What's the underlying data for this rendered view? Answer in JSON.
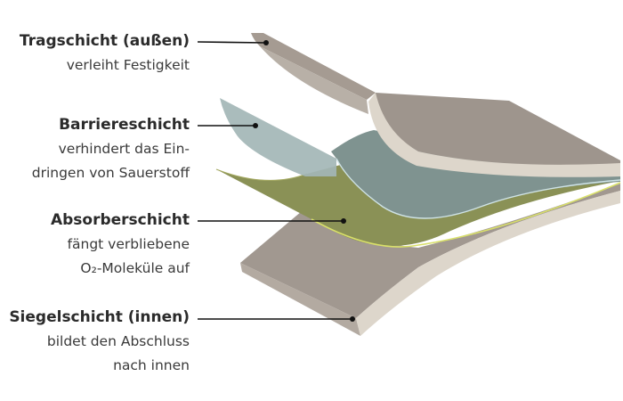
{
  "layers": [
    {
      "title": "Tragschicht (außen)",
      "lines": [
        "verleiht Festigkeit"
      ]
    },
    {
      "title": "Barriereschicht",
      "lines": [
        "verhindert das Ein-",
        "dringen von Sauerstoff"
      ]
    },
    {
      "title": "Absorberschicht",
      "lines": [
        "fängt verbliebene",
        "O₂-Moleküle auf"
      ]
    },
    {
      "title": "Siegelschicht (innen)",
      "lines": [
        "bildet den Abschluss",
        "nach innen"
      ]
    }
  ],
  "colors": {
    "outer_layer": "#9e958d",
    "layer_edge": "#ddd6cb",
    "barrier_layer": "#7f9390",
    "absorber_layer": "#8a9156",
    "absorber_edge": "#d9e06a",
    "leader_line": "#111111"
  }
}
